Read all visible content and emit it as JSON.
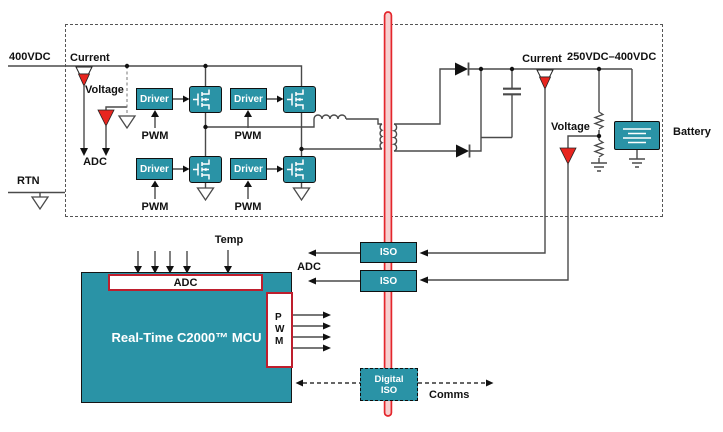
{
  "diagram": {
    "primary_side": {
      "input_label": "400VDC",
      "current_sense_label": "Current",
      "voltage_sense_label": "Voltage",
      "adc_feed_label": "ADC",
      "return_label": "RTN",
      "driver_label": "Driver",
      "pwm_label": "PWM"
    },
    "secondary_side": {
      "current_sense_label": "Current",
      "bus_range_label": "250VDC–400VDC",
      "voltage_sense_label": "Voltage",
      "battery_label": "Battery"
    },
    "isolation": {
      "iso_label": "ISO",
      "digital_iso_line1": "Digital",
      "digital_iso_line2": "ISO",
      "adc_feed_label": "ADC",
      "comms_label": "Comms"
    },
    "mcu": {
      "title": "Real-Time C2000™ MCU",
      "adc_label": "ADC",
      "pwm_letters": [
        "P",
        "W",
        "M"
      ],
      "temp_label": "Temp"
    },
    "colors": {
      "block_teal": "#2A93A6",
      "sensor_red": "#E8251F",
      "mcu_outline_red": "#BE1E2D",
      "isolation_red": "#E4262C",
      "wire_gray": "#4A4A4A"
    }
  }
}
